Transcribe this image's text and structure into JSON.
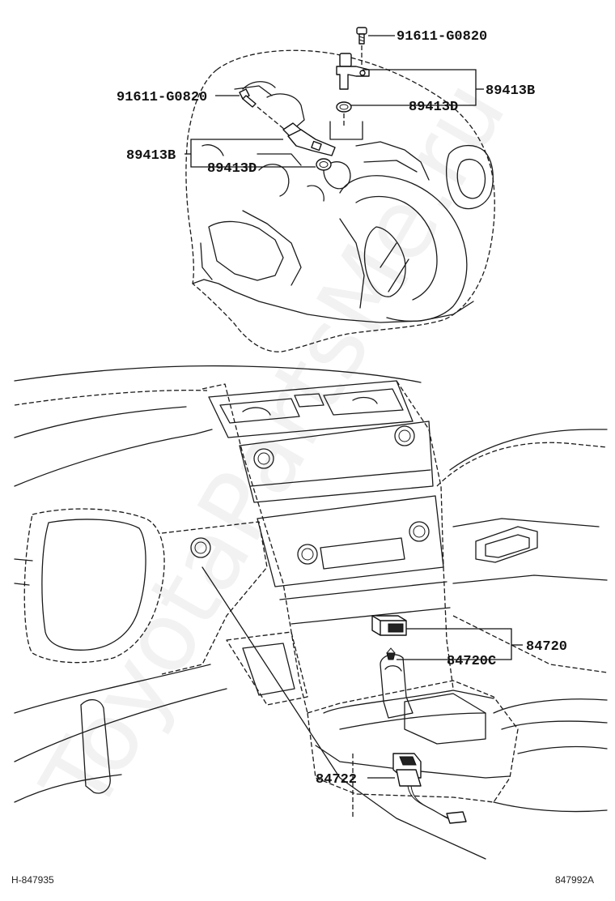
{
  "parts": {
    "bolt_top": "91611-G0820",
    "bolt_left": "91611-G0820",
    "sensor_top": "89413B",
    "ring_top": "89413D",
    "sensor_left": "89413B",
    "ring_left": "89413D",
    "switch": "84720",
    "switch_clip": "84720C",
    "shift_switch": "84722"
  },
  "footer": {
    "left_code": "H-847935",
    "right_code": "847992A"
  },
  "watermark": "ToyotaPartsMe.ru"
}
